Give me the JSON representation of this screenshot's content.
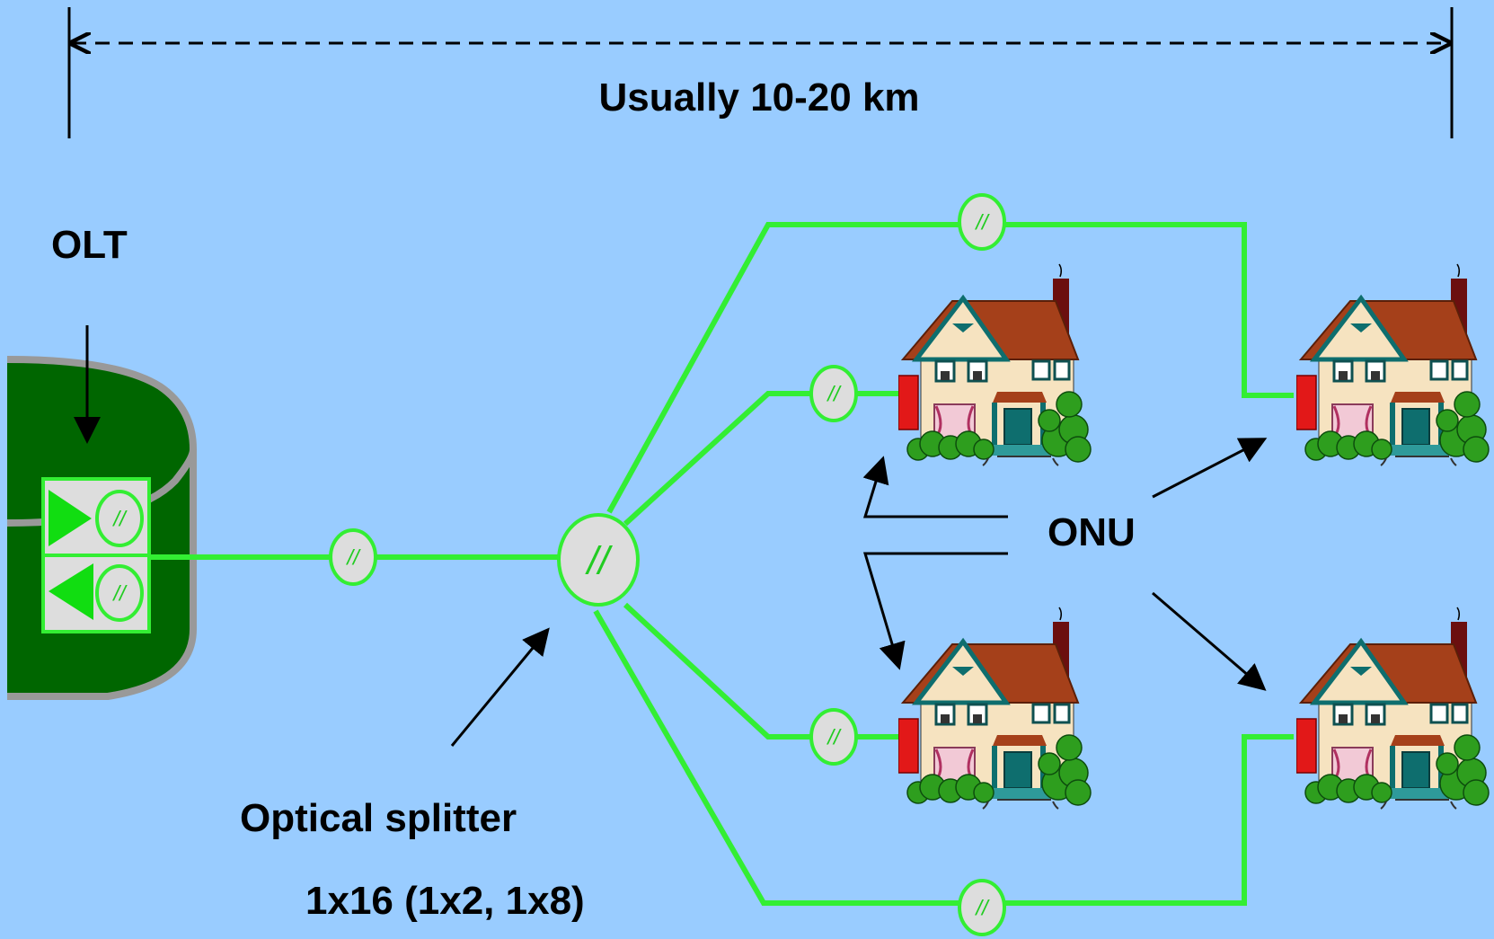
{
  "diagram": {
    "distance_label": "Usually 10-20 km",
    "olt_label": "OLT",
    "onu_label": "ONU",
    "splitter_label": "Optical splitter",
    "splitter_ratio_label": "1x16 (1x2, 1x8)",
    "fiber_marker_glyph": "//"
  },
  "icons": {
    "olt": "olt-cylinder-icon",
    "house": "house-icon",
    "transmitter": "transmit-triangle-icon",
    "receiver": "receive-triangle-icon"
  },
  "colors": {
    "background": "#99CCFF",
    "fiber": "#33EE33",
    "olt_body": "#006600",
    "olt_rim": "#999999",
    "marker_fill": "#DDDDDD",
    "text": "#000000"
  }
}
